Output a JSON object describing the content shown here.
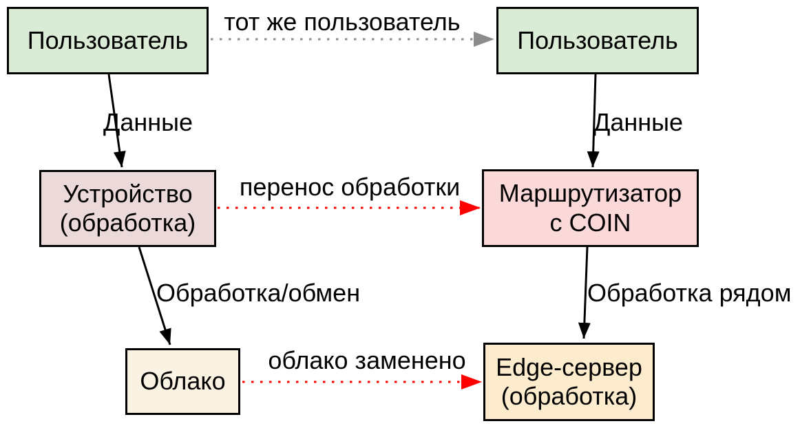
{
  "diagram": {
    "background": "#ffffff",
    "border_color": "#000000",
    "nodes": [
      {
        "id": "user-left",
        "lines": [
          "Пользователь"
        ],
        "fill": "#daecd5"
      },
      {
        "id": "user-right",
        "lines": [
          "Пользователь"
        ],
        "fill": "#daecd5"
      },
      {
        "id": "device",
        "lines": [
          "Устройство",
          "(обработка)"
        ],
        "fill": "#ecd9d9"
      },
      {
        "id": "router",
        "lines": [
          "Маршрутизатор",
          "с COIN"
        ],
        "fill": "#fcd9d9"
      },
      {
        "id": "cloud",
        "lines": [
          "Облако"
        ],
        "fill": "#faf2e3"
      },
      {
        "id": "edge-server",
        "lines": [
          "Edge-сервер",
          "(обработка)"
        ],
        "fill": "#fcebcd"
      }
    ],
    "edges": [
      {
        "id": "same-user",
        "label": "тот же пользователь",
        "style": "dotted",
        "color": "#8c8c8c"
      },
      {
        "id": "data-left",
        "label": "Данные",
        "style": "solid",
        "color": "#000000"
      },
      {
        "id": "data-right",
        "label": "Данные",
        "style": "solid",
        "color": "#000000"
      },
      {
        "id": "transfer",
        "label": "перенос обработки",
        "style": "dotted",
        "color": "#ff0000"
      },
      {
        "id": "exchange",
        "label": "Обработка/обмен",
        "style": "solid",
        "color": "#000000"
      },
      {
        "id": "nearby",
        "label": "Обработка рядом",
        "style": "solid",
        "color": "#000000"
      },
      {
        "id": "replaced",
        "label": "облако заменено",
        "style": "dotted",
        "color": "#ff0000"
      }
    ]
  }
}
